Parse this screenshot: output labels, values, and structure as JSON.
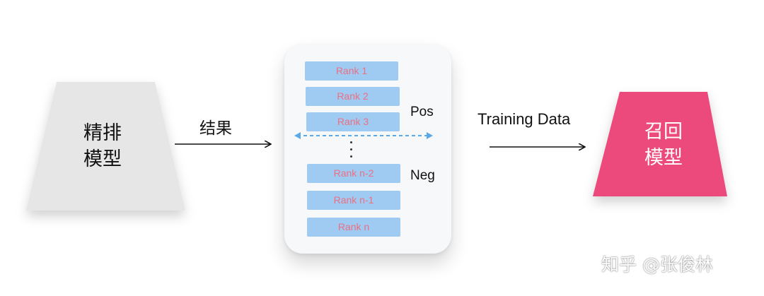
{
  "left_block": {
    "line1": "精排",
    "line2": "模型",
    "color": "#e6e6e6"
  },
  "right_block": {
    "line1": "召回",
    "line2": "模型",
    "color": "#ec4a7b"
  },
  "arrow_left_label": "结果",
  "arrow_right_label": "Training Data",
  "ranks": [
    "Rank 1",
    "Rank 2",
    "Rank 3",
    "Rank n-2",
    "Rank n-1",
    "Rank n"
  ],
  "pos_label": "Pos",
  "neg_label": "Neg",
  "watermark": "知乎 @张俊林",
  "colors": {
    "rank_fill": "#9fcbf2",
    "rank_text": "#ec6f84",
    "divider": "#5aa9e6",
    "panel": "#f7f8fa"
  }
}
